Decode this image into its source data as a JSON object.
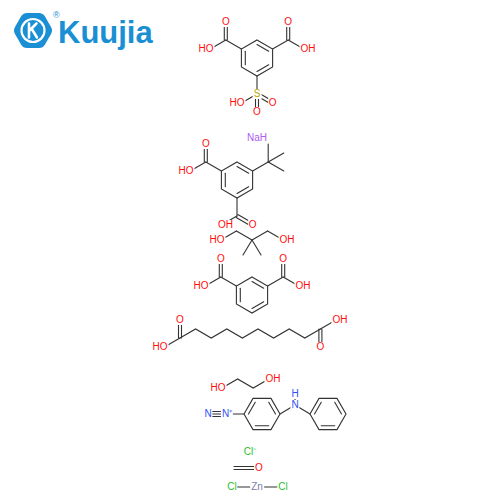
{
  "diagram": {
    "labels": [
      "Kuujia",
      "®",
      "O",
      "O",
      "HO",
      "OH",
      "HO",
      "S",
      "O",
      "O",
      "NaH",
      "O",
      "HO",
      "OH",
      "O",
      "HO",
      "OH",
      "O",
      "HO",
      "O",
      "OH",
      "O",
      "HO",
      "OH",
      "O",
      "HO",
      "OH",
      "N",
      "N⁺",
      "N",
      "H",
      "Cl⁻",
      "O",
      "Cl",
      "Zn",
      "Cl"
    ]
  }
}
